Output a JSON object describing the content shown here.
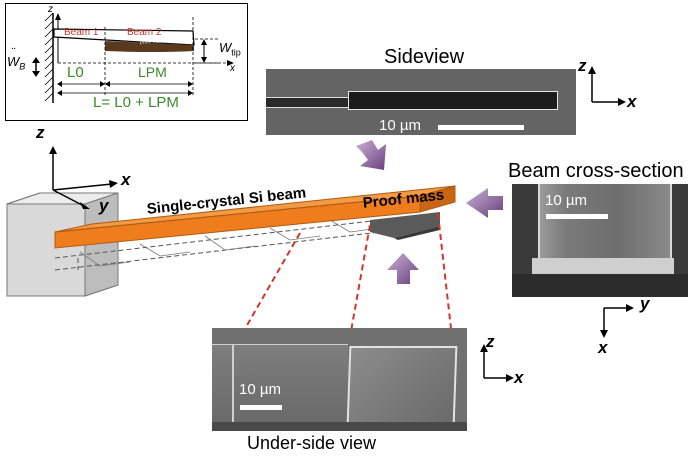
{
  "inset": {
    "beam1": "Beam 1",
    "beam2": "Beam 2",
    "proof_mass": "proof mass",
    "w_tip": "W",
    "w_tip_sub": "tip",
    "w_b": "W",
    "w_b_sub": "B",
    "l0": "L0",
    "lpm": "LPM",
    "l_eq": "L= L0 + LPM",
    "z": "z",
    "x": "x"
  },
  "sideview": {
    "title": "Sideview",
    "scale": "10 µm",
    "axis_z": "z",
    "axis_x": "x"
  },
  "cross_section": {
    "title": "Beam cross-section",
    "scale": "10 µm",
    "axis_y": "y",
    "axis_x": "x"
  },
  "underside": {
    "title": "Under-side view",
    "scale": "10 µm",
    "axis_z": "z",
    "axis_x": "x"
  },
  "main": {
    "beam_label": "Single-crystal Si beam",
    "proof_mass_label": "Proof mass",
    "axis_z": "z",
    "axis_x": "x",
    "axis_y": "y"
  },
  "colors": {
    "beam": "#ef7d1e",
    "arrow": "#7a4f8c",
    "dash": "#d1352b"
  }
}
